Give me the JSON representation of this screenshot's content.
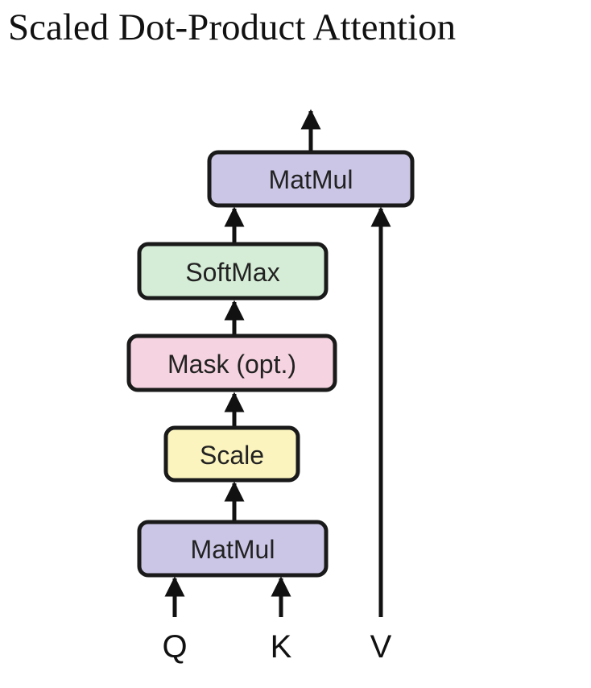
{
  "title": "Scaled Dot-Product Attention",
  "blocks": {
    "matmul_top": {
      "label": "MatMul",
      "fill": "#CBC6E6"
    },
    "softmax": {
      "label": "SoftMax",
      "fill": "#D5EDD6"
    },
    "mask": {
      "label": "Mask (opt.)",
      "fill": "#F5D3E0"
    },
    "scale": {
      "label": "Scale",
      "fill": "#FBF4BE"
    },
    "matmul_bottom": {
      "label": "MatMul",
      "fill": "#CBC6E6"
    }
  },
  "inputs": {
    "q": "Q",
    "k": "K",
    "v": "V"
  },
  "colors": {
    "stroke": "#1a1a1a",
    "arrow": "#111111"
  }
}
